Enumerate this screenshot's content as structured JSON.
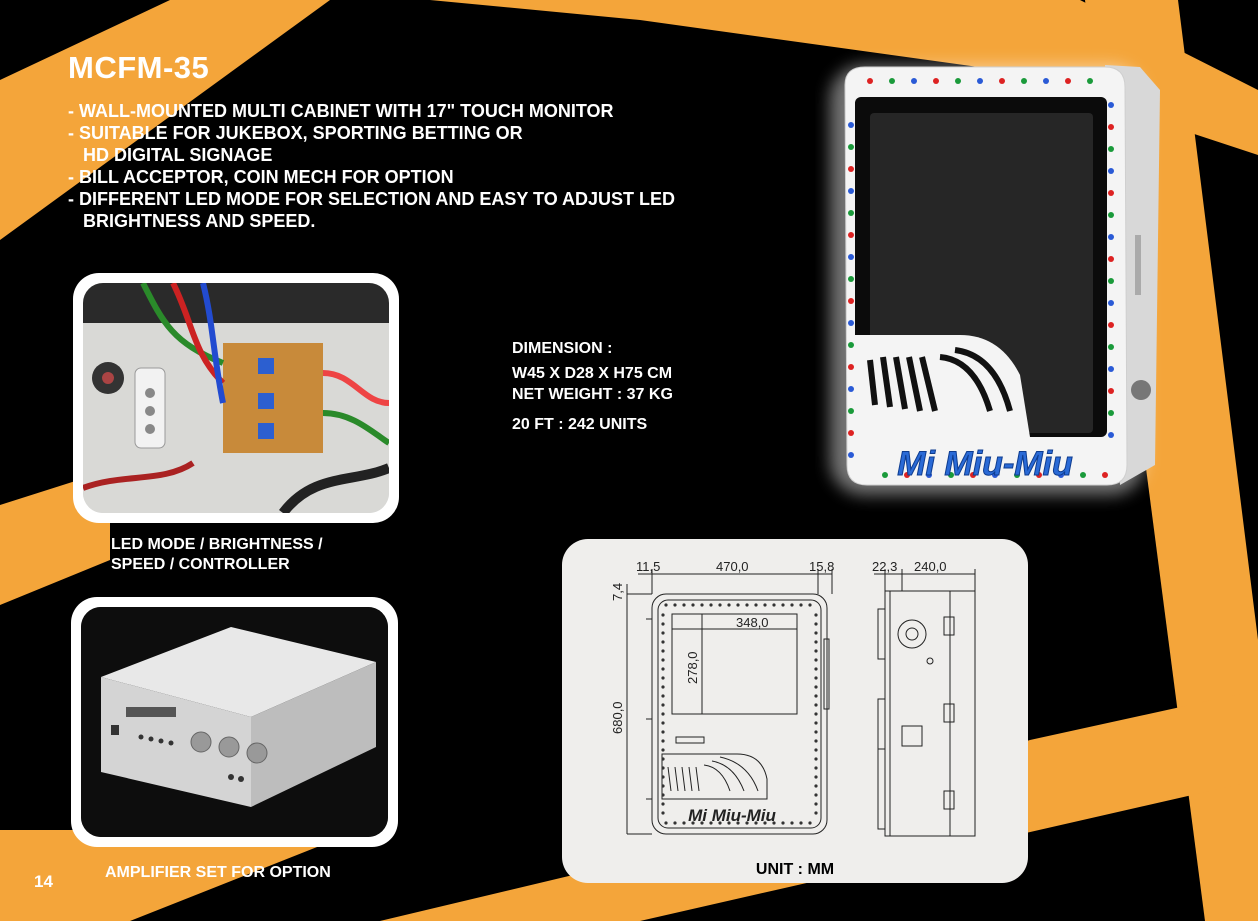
{
  "product": {
    "model": "MCFM-35",
    "features": [
      "- WALL-MOUNTED MULTI CABINET WITH 17\" TOUCH MONITOR",
      "- SUITABLE FOR JUKEBOX, SPORTING BETTING OR",
      "   HD DIGITAL SIGNAGE",
      "- BILL ACCEPTOR, COIN MECH FOR OPTION",
      "- DIFFERENT LED MODE FOR SELECTION AND EASY TO ADJUST LED",
      "   BRIGHTNESS AND SPEED."
    ]
  },
  "specs": {
    "dimension_label": "DIMENSION :",
    "dimension_value": "W45 X D28 X H75 CM",
    "net_weight": "NET WEIGHT : 37 KG",
    "container": "20 FT : 242 UNITS"
  },
  "photos": {
    "led_controller_caption": [
      "LED MODE / BRIGHTNESS /",
      "SPEED / CONTROLLER"
    ],
    "amplifier_caption": "AMPLIFIER SET FOR OPTION"
  },
  "drawing": {
    "front_dims": {
      "left": "11,5",
      "width": "470,0",
      "right": "15,8",
      "top": "7,4",
      "height": "680,0",
      "screen_w": "348,0",
      "screen_h": "278,0"
    },
    "side_dims": {
      "front": "22,3",
      "depth": "240,0"
    },
    "logo_text": "Mi Miu-Miu",
    "unit_label": "UNIT : MM"
  },
  "cabinet_logo": "Mi Miu-Miu",
  "page_number": "14",
  "colors": {
    "accent_orange": "#f4a53a",
    "background": "#000000",
    "panel": "#efeeec",
    "logo_blue": "#2a6ad6"
  }
}
